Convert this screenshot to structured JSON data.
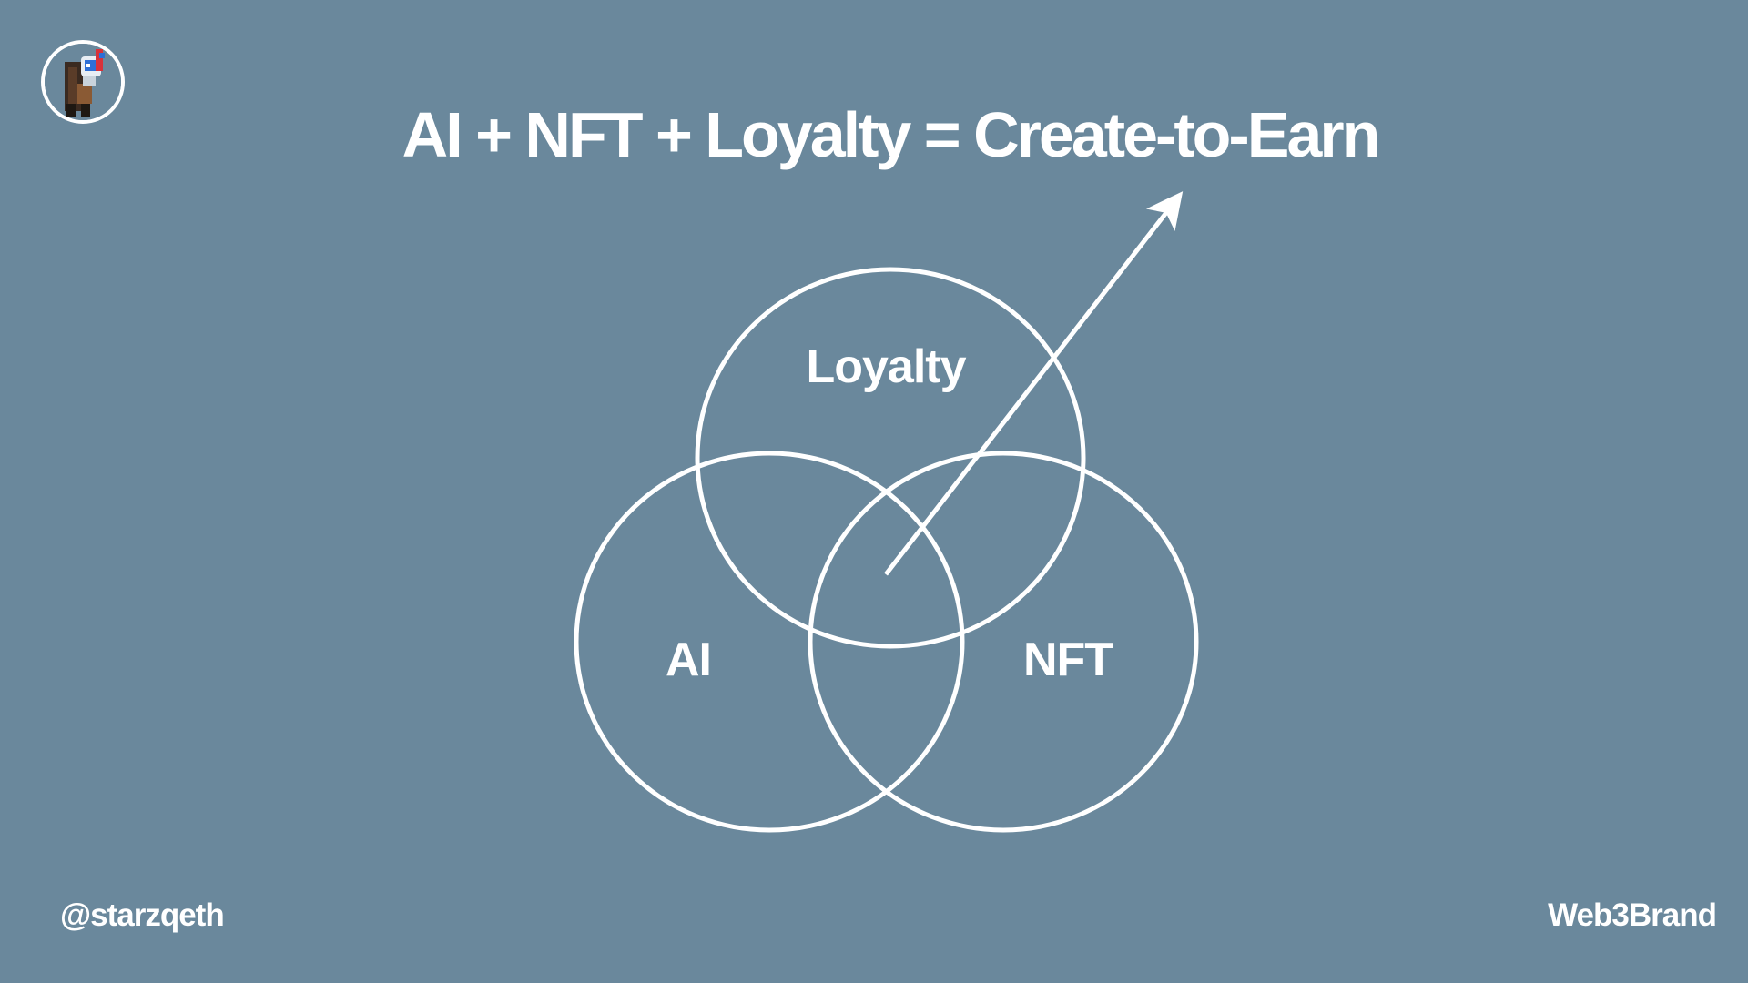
{
  "slide": {
    "title": "AI + NFT + Loyalty = Create-to-Earn",
    "avatar_icon": "pixel-art-character-avatar",
    "background_color": "#6a889c",
    "foreground_color": "#ffffff"
  },
  "venn": {
    "circles": [
      {
        "label": "Loyalty"
      },
      {
        "label": "AI"
      },
      {
        "label": "NFT"
      }
    ],
    "arrow_icon": "arrow-up-right-icon"
  },
  "footer": {
    "handle": "@starzqeth",
    "brand": "Web3Brand"
  }
}
